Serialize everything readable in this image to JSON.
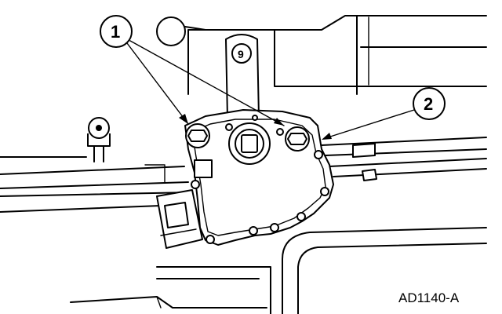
{
  "callouts": [
    {
      "label": "1"
    },
    {
      "label": "2"
    }
  ],
  "reference_code": "AD1140-A"
}
